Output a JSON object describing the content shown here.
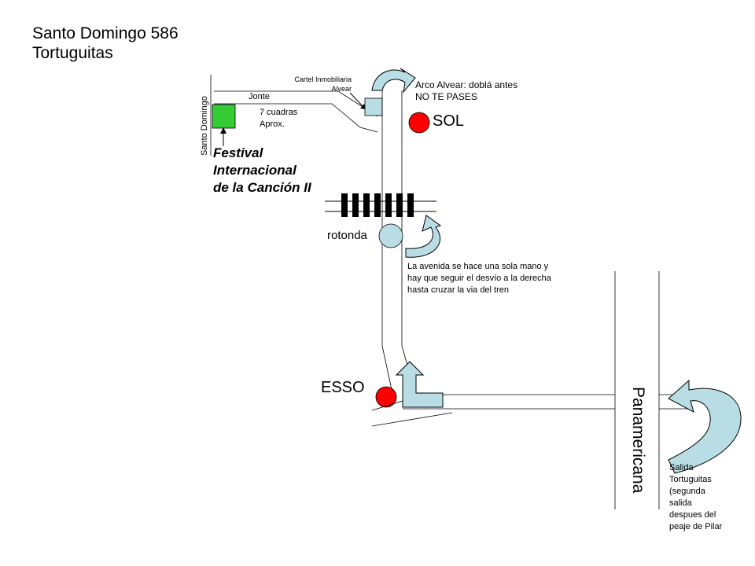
{
  "title_line1": "Santo Domingo 586",
  "title_line2": "Tortuguitas",
  "streets": {
    "santo_domingo": "Santo Domingo",
    "jonte": "Jonte",
    "panamericana": "Panamericana"
  },
  "labels": {
    "cartel_line1": "Cartel Inmobiliaria",
    "cartel_line2": "Alvear",
    "arco_line1": "Arco Alvear: doblá antes",
    "arco_line2": "NO TE PASES",
    "cuadras_line1": "7 cuadras",
    "cuadras_line2": "Aprox.",
    "festival_line1": "Festival",
    "festival_line2": "Internacional",
    "festival_line3": "de la Canción II",
    "sol": "SOL",
    "rotonda": "rotonda",
    "avenida_line1": "La avenida se hace una sola mano y",
    "avenida_line2": "hay que seguir el desvío a la derecha",
    "avenida_line3": "hasta cruzar la via del tren",
    "esso": "ESSO",
    "salida_line1": "Salida",
    "salida_line2": "Tortuguitas",
    "salida_line3": "(segunda",
    "salida_line4": "salida",
    "salida_line5": "despues del",
    "salida_line6": "peaje de Pilar"
  },
  "colors": {
    "station_marker": "#ff0000",
    "arrow_fill": "#b8dde4",
    "destination": "#33cc33",
    "railway": "#000000"
  }
}
